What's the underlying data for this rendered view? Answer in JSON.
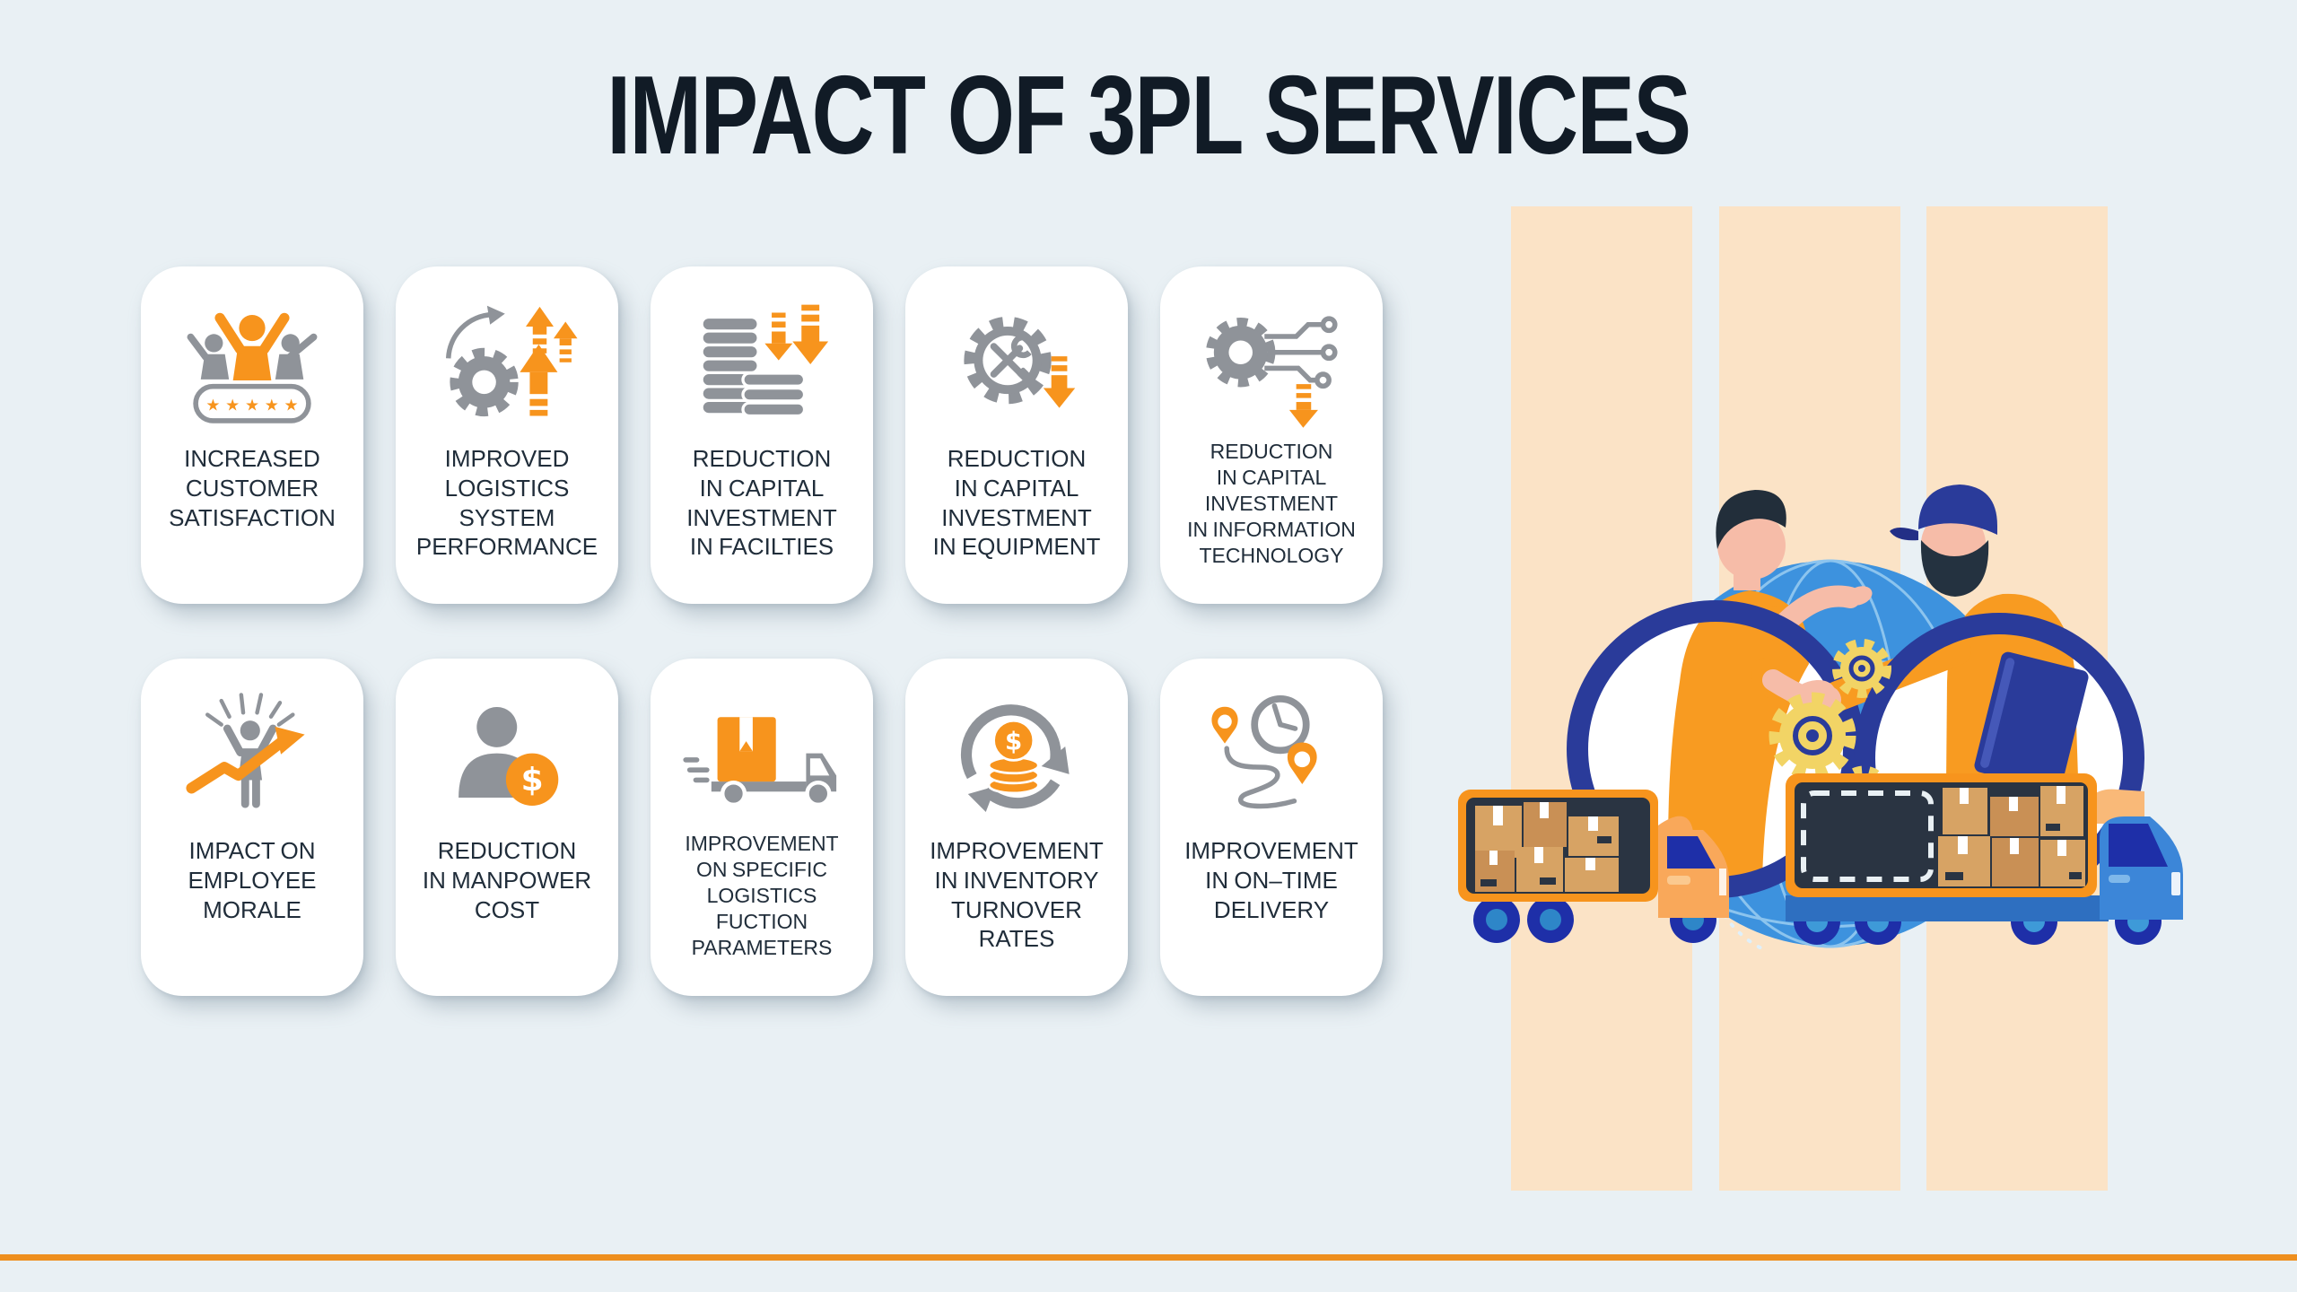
{
  "title": "IMPACT OF 3PL SERVICES",
  "cards": [
    {
      "icon": "customer-satisfaction-icon",
      "label": "INCREASED\nCUSTOMER\nSATISFACTION"
    },
    {
      "icon": "logistics-performance-icon",
      "label": "IMPROVED\nLOGISTICS\nSYSTEM\nPERFORMANCE"
    },
    {
      "icon": "capital-facilities-icon",
      "label": "REDUCTION\nIN CAPITAL\nINVESTMENT\nIN FACILTIES"
    },
    {
      "icon": "capital-equipment-icon",
      "label": "REDUCTION\nIN CAPITAL\nINVESTMENT\nIN EQUIPMENT"
    },
    {
      "icon": "capital-it-icon",
      "label": "REDUCTION\nIN CAPITAL\nINVESTMENT\nIN INFORMATION\nTECHNOLOGY"
    },
    {
      "icon": "employee-morale-icon",
      "label": "IMPACT ON\nEMPLOYEE\nMORALE"
    },
    {
      "icon": "manpower-cost-icon",
      "label": "REDUCTION\nIN MANPOWER\nCOST"
    },
    {
      "icon": "logistics-function-icon",
      "label": "IMPROVEMENT\nON SPECIFIC\nLOGISTICS\nFUCTION\nPARAMETERS"
    },
    {
      "icon": "inventory-turnover-icon",
      "label": "IMPROVEMENT\nIN INVENTORY\nTURNOVER\nRATES"
    },
    {
      "icon": "on-time-delivery-icon",
      "label": "IMPROVEMENT\nIN ON–TIME\nDELIVERY"
    }
  ],
  "icon_glyphs": {
    "stars": "★ ★ ★ ★ ★",
    "dollar": "$"
  },
  "colors": {
    "background": "#E9F0F4",
    "card": "#FFFFFF",
    "stripe_peach": "#FBE3C6",
    "accent_orange": "#F7941D",
    "icon_gray": "#8F9399",
    "title_dark": "#111B26",
    "text_dark": "#202D3A",
    "divider_orange": "#EE8F1E",
    "globe_blue": "#3D92DE",
    "globe_grid": "#8CC4EE",
    "ring_navy": "#2A3B9A",
    "gear_yellow": "#F2D465",
    "skin": "#F6BCA8",
    "shirt_orange": "#F89B21",
    "cargo_dark": "#2A3442",
    "box_tan": "#D7A364",
    "truck_cab_blue": "#3C86D8",
    "wheel_navy": "#1E2FA8"
  }
}
